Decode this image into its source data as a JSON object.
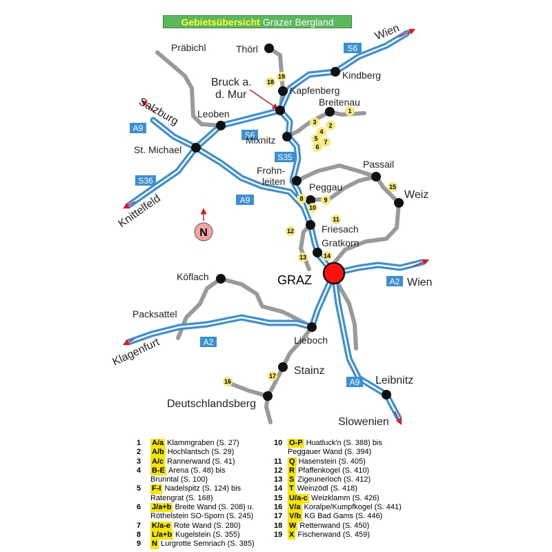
{
  "title": {
    "part1": "Gebietsübersicht",
    "part2": "Grazer Bergland"
  },
  "towns": {
    "praebichl": "Präbichl",
    "thoerl": "Thörl",
    "bruck1": "Bruck a.",
    "bruck2": "d. Mur",
    "kapfenberg": "Kapfenberg",
    "kindberg": "Kindberg",
    "breitenau": "Breitenau",
    "leoben": "Leoben",
    "st_michael": "St. Michael",
    "mixnitz": "Mixnitz",
    "frohnleiten1": "Frohn-",
    "frohnleiten2": "leiten",
    "peggau": "Peggau",
    "passail": "Passail",
    "weiz": "Weiz",
    "friesach": "Friesach",
    "gratkorn": "Gratkorn",
    "graz": "GRAZ",
    "koeflach": "Köflach",
    "packsattel": "Packsattel",
    "lieboch": "Lieboch",
    "stainz": "Stainz",
    "deutschlandsberg": "Deutschlandsberg",
    "leibnitz": "Leibnitz"
  },
  "directions": {
    "wien_top": "Wien",
    "wien_right": "Wien",
    "salzburg": "Salzburg",
    "knittelfeld": "Knittelfeld",
    "klagenfurt": "Klagenfurt",
    "slowenien": "Slowenien"
  },
  "roads": {
    "s6_top": "S6",
    "s6_mid": "S6",
    "a9_left": "A9",
    "s36": "S36",
    "s35": "S35",
    "a9_center": "A9",
    "a2_right": "A2",
    "a2_left": "A2",
    "a9_south": "A9"
  },
  "north": "N",
  "markers": [
    "1",
    "2",
    "3",
    "4",
    "5",
    "6",
    "7",
    "8",
    "9",
    "10",
    "11",
    "12",
    "13",
    "14",
    "15",
    "16",
    "17",
    "18",
    "19"
  ],
  "legend": {
    "left": [
      {
        "num": "1",
        "code": "A/a",
        "name": "Klammgraben (S. 27)"
      },
      {
        "num": "2",
        "code": "A/b",
        "name": "Hochlantsch (S. 29)"
      },
      {
        "num": "3",
        "code": "A/c",
        "name": "Rannerwand (S. 41)"
      },
      {
        "num": "4",
        "code": "B-E",
        "name": "Arena (S. 48) bis",
        "cont": "Brunntal (S. 100)"
      },
      {
        "num": "5",
        "code": "F-I",
        "name": "Nadelspitz (S. 124) bis",
        "cont": "Ratengrat (S. 168)"
      },
      {
        "num": "6",
        "code": "J/a+b",
        "name": "Breite Wand (S. 208) u.",
        "cont": "Röthelstein SO-Sporn (S. 245)"
      },
      {
        "num": "7",
        "code": "K/a-e",
        "name": "Rote Wand (S. 280)"
      },
      {
        "num": "8",
        "code": "L/a+b",
        "name": "Kugelstein (S. 355)"
      },
      {
        "num": "9",
        "code": "N",
        "name": "Lurgrotte Semriach (S. 385)"
      }
    ],
    "right": [
      {
        "num": "10",
        "code": "O-P",
        "name": "Huatluck'n (S. 388) bis",
        "cont": "Peggauer Wand (S. 394)"
      },
      {
        "num": "11",
        "code": "Q",
        "name": "Hasenstein (S. 405)"
      },
      {
        "num": "12",
        "code": "R",
        "name": "Pfaffenkogel (S. 410)"
      },
      {
        "num": "13",
        "code": "S",
        "name": "Zigeunerloch (S. 412)"
      },
      {
        "num": "14",
        "code": "T",
        "name": "Weinzödl (S. 418)"
      },
      {
        "num": "15",
        "code": "U/a-c",
        "name": "Weizklamm (S. 426)"
      },
      {
        "num": "16",
        "code": "V/a",
        "name": "Koralpe/Kumpfkogel (S. 441)"
      },
      {
        "num": "17",
        "code": "V/b",
        "name": "KG Bad Gams (S. 446)"
      },
      {
        "num": "18",
        "code": "W",
        "name": "Rettenwand (S. 450)"
      },
      {
        "num": "19",
        "code": "X",
        "name": "Fischerwand (S. 459)"
      }
    ]
  }
}
